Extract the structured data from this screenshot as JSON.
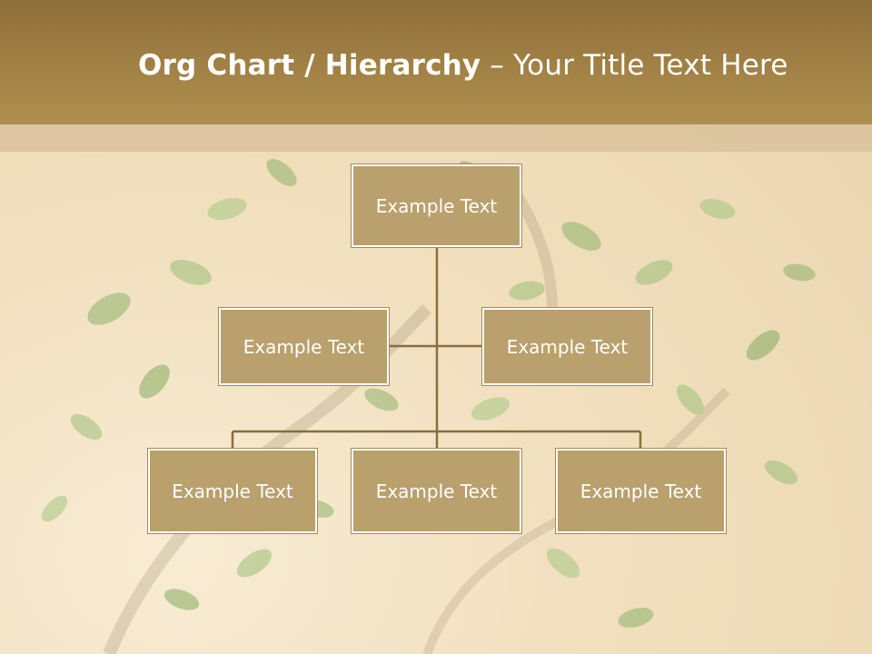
{
  "header": {
    "title_bold": "Org Chart / Hierarchy",
    "title_dash": "–",
    "title_rest": "Your Title Text Here"
  },
  "org_chart": {
    "root": "Example Text",
    "assistants": [
      "Example Text",
      "Example Text"
    ],
    "children": [
      "Example Text",
      "Example Text",
      "Example Text"
    ]
  },
  "colors": {
    "header": "#a2844a",
    "node_fill": "#b9a06c",
    "connector": "#8a6d3b",
    "node_border": "#ffffff"
  },
  "background_image": "bonsai-tree-leaves"
}
